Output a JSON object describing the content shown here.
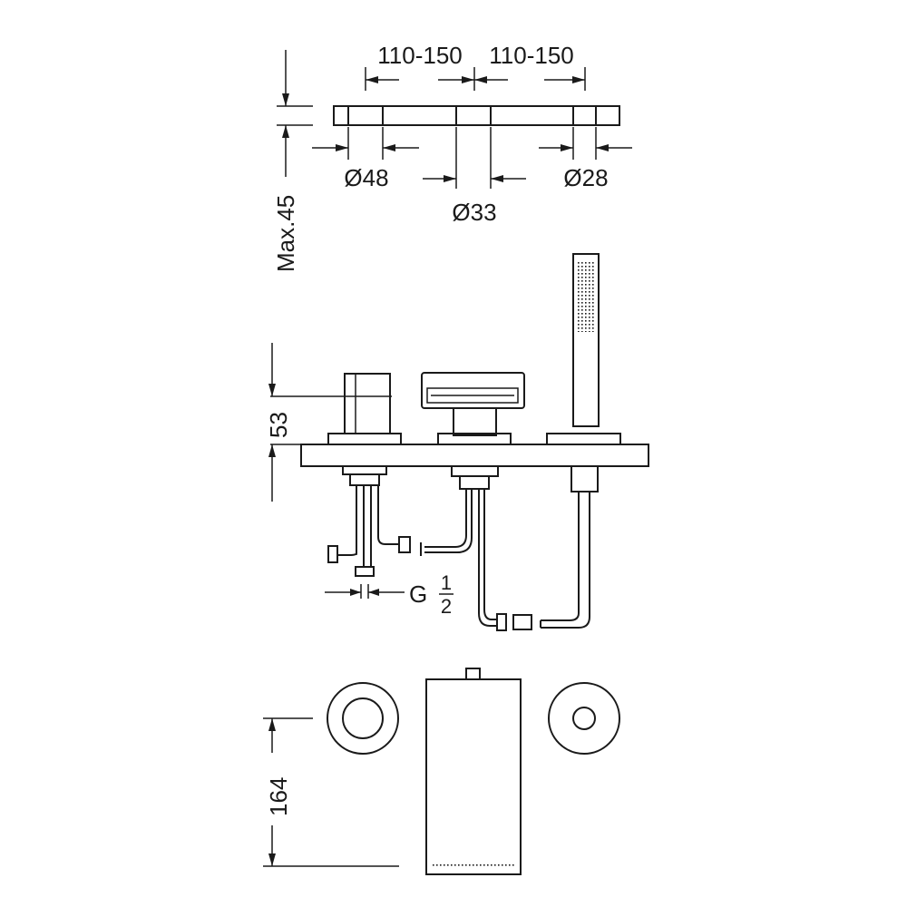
{
  "dimensions": {
    "spacing_left": "110-150",
    "spacing_right": "110-150",
    "dia_48": "Ø48",
    "dia_33": "Ø33",
    "dia_28": "Ø28",
    "max_thickness": "Max.45",
    "height_53": "53",
    "thread_prefix": "G",
    "thread_num": "1",
    "thread_den": "2",
    "height_164": "164"
  }
}
